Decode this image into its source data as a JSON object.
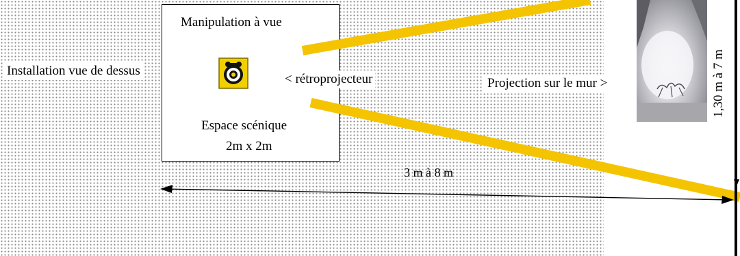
{
  "labels": {
    "manipulation": "Manipulation à vue",
    "installation": "Installation vue de dessus",
    "retroprojecteur": "< rétroprojecteur",
    "espace_scenique": "Espace scénique",
    "espace_dimensions": "2m x 2m",
    "distance": "3 m à 8 m",
    "projection": "Projection sur le mur >",
    "hauteur": "1,30 m à 7 m"
  },
  "colors": {
    "beam": "#f5c400",
    "line": "#000000"
  },
  "icons": {
    "projector": "projector-icon"
  }
}
